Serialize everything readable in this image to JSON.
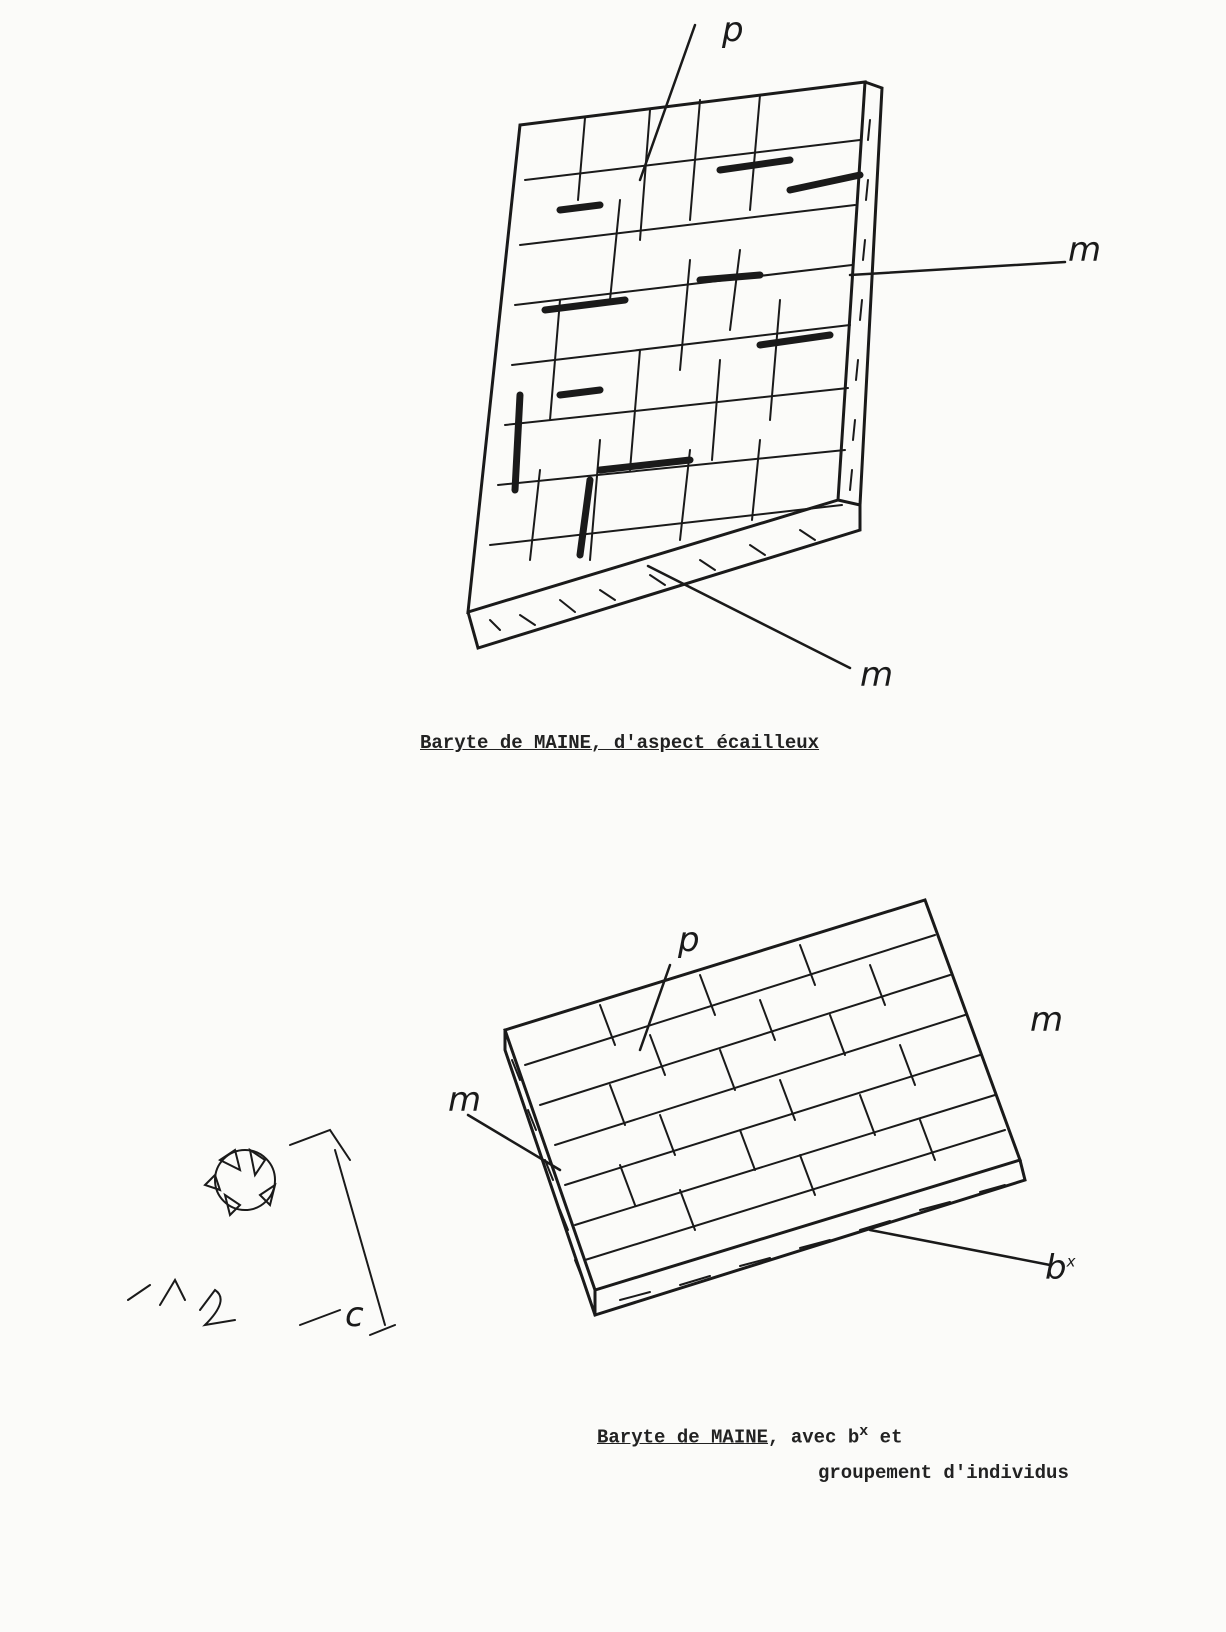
{
  "figure1": {
    "caption_underlined": "Baryte de MAINE",
    "caption_rest": ", d'aspect écailleux",
    "labels": {
      "p": "p",
      "m_right": "m",
      "m_bottom": "m"
    }
  },
  "figure2": {
    "caption_underlined": "Baryte de MAINE",
    "caption_mid": ", avec b",
    "caption_sup": "x",
    "caption_end": " et",
    "caption_line2": "groupement d'individus",
    "labels": {
      "p": "p",
      "m_right": "m",
      "m_left": "m",
      "bx": "b",
      "bx_sup": "x",
      "c": "c"
    }
  },
  "colors": {
    "ink": "#1a1a1a",
    "paper": "#fbfbf9"
  }
}
